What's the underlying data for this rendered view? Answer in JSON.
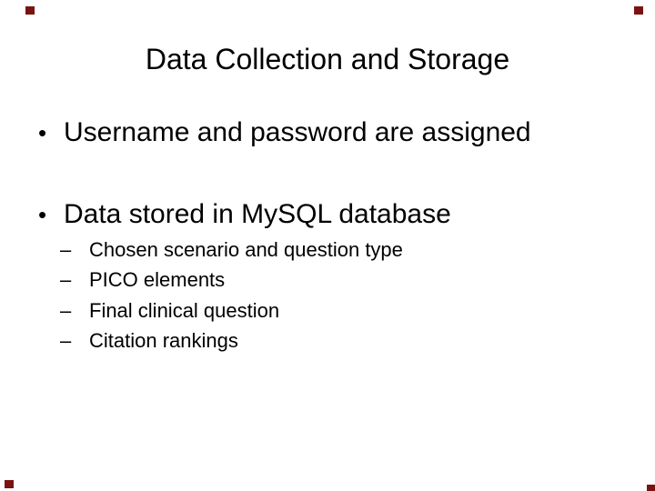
{
  "slide": {
    "title": "Data Collection and Storage",
    "bullet_glyph": "•",
    "sub_bullet_glyph": "–",
    "bullets": [
      {
        "label": "Username and password are assigned",
        "sub_bullets": []
      },
      {
        "label": "Data stored in MySQL database",
        "sub_bullets": [
          "Chosen scenario and question type",
          "PICO elements",
          "Final clinical question",
          "Citation rankings"
        ]
      }
    ],
    "colors": {
      "background": "#ffffff",
      "text": "#000000",
      "corner_marker": "#7a1212"
    }
  }
}
